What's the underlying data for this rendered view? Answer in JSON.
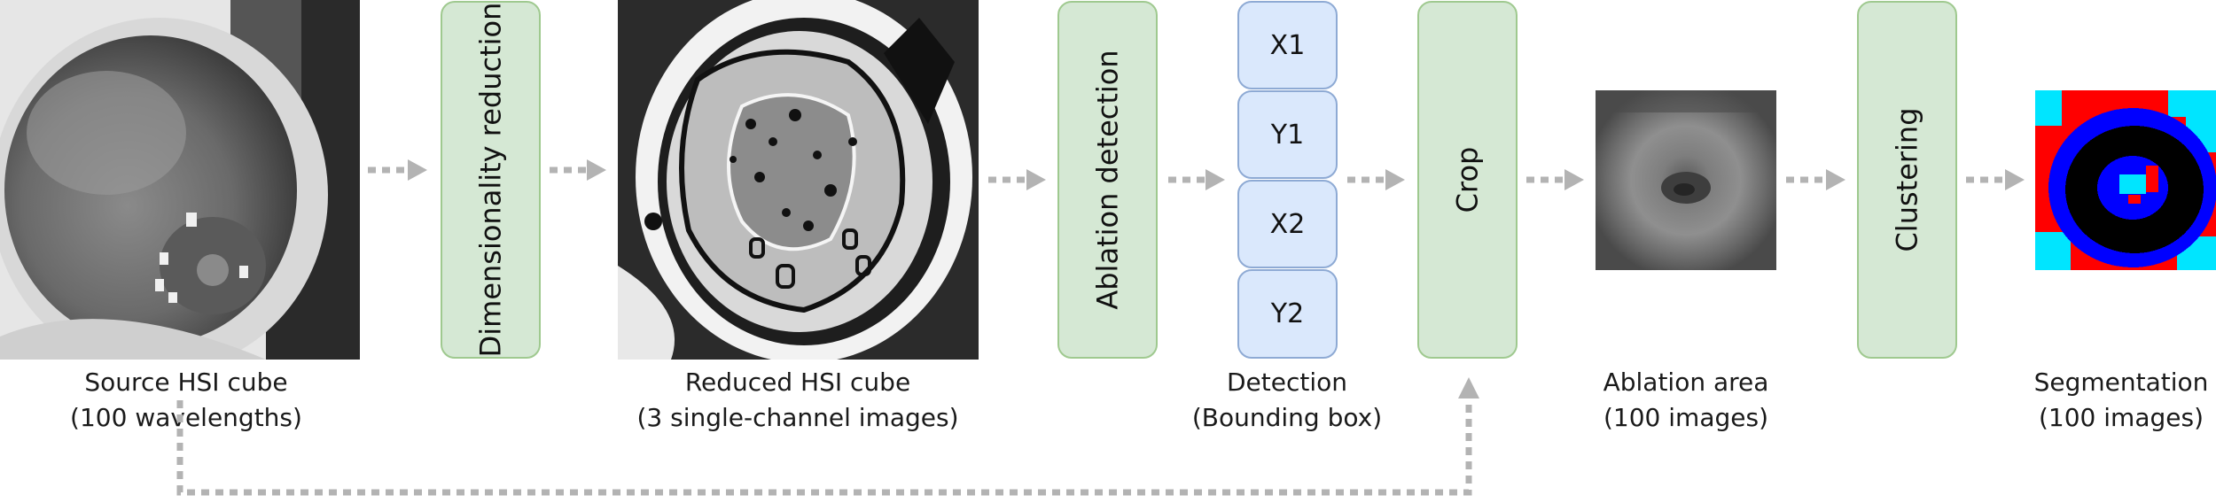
{
  "nodes": {
    "dimensionality_reduction": "Dimensionality reduction",
    "ablation_detection": "Ablation detection",
    "crop": "Crop",
    "clustering": "Clustering",
    "bbox": [
      "X1",
      "Y1",
      "X2",
      "Y2"
    ]
  },
  "captions": {
    "source": {
      "line1": "Source HSI cube",
      "line2": "(100 wavelengths)"
    },
    "reduced": {
      "line1": "Reduced HSI cube",
      "line2": "(3 single-channel images)"
    },
    "detection": {
      "line1": "Detection",
      "line2": "(Bounding box)"
    },
    "ablation_area": {
      "line1": "Ablation area",
      "line2": "(100 images)"
    },
    "segmentation": {
      "line1": "Segmentation",
      "line2": "(100 images)"
    }
  },
  "colors": {
    "process_fill": "#d5e8d4",
    "process_border": "#9fc98f",
    "bbox_fill": "#dae8fc",
    "bbox_border": "#8eaad4",
    "arrow": "#b3b3b3",
    "segment_red": "#ff0000",
    "segment_blue": "#0000ff",
    "segment_black": "#000000",
    "segment_cyan": "#00e5ff"
  }
}
